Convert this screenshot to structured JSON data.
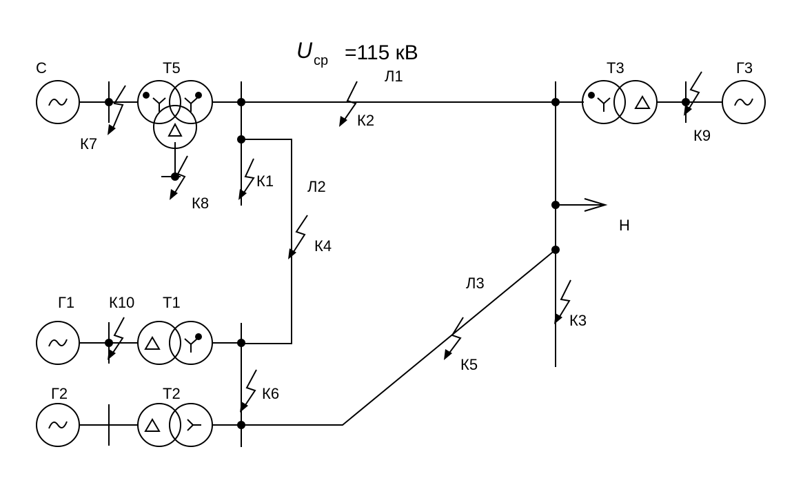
{
  "title": {
    "u": "U",
    "sub": "ср",
    "value": "=115 кВ"
  },
  "sources": {
    "s": "С",
    "g1": "Г1",
    "g2": "Г2",
    "g3": "Г3"
  },
  "transformers": {
    "t1": "Т1",
    "t2": "Т2",
    "t3": "Т3",
    "t5": "Т5"
  },
  "lines": {
    "l1": "Л1",
    "l2": "Л2",
    "l3": "Л3"
  },
  "load": "Н",
  "faults": {
    "k1": "К1",
    "k2": "К2",
    "k3": "К3",
    "k4": "К4",
    "k5": "К5",
    "k6": "К6",
    "k7": "К7",
    "k8": "К8",
    "k9": "К9",
    "k10": "К10"
  },
  "symbols": {
    "star": "Y",
    "delta": "Δ"
  }
}
